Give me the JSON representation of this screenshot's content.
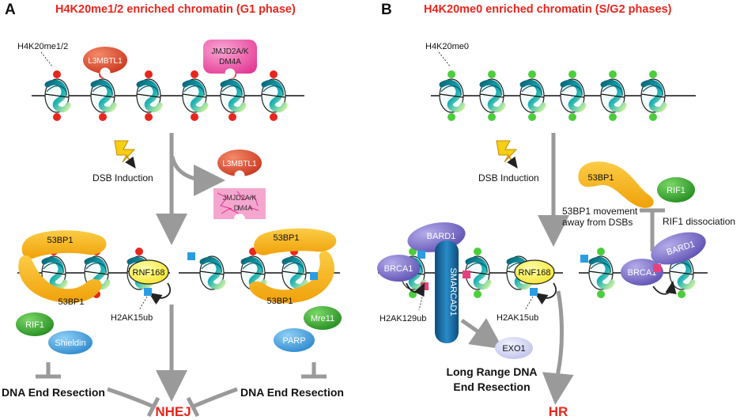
{
  "panel_a": {
    "letter": "A",
    "title": "H4K20me1/2 enriched chromatin (G1 phase)",
    "mark_label": "H4K20me1/2",
    "reader_1": "L3MBTL1",
    "reader_2_line1": "JMJD2A/K",
    "reader_2_line2": "DM4A",
    "dsb_label": "DSB Induction",
    "displaced_1": "L3MBTL1",
    "displaced_2_line1": "JMJD2A/K",
    "displaced_2_line2": "D",
    "displaced_2_line3": "M4A",
    "bp53_top_left": "53BP1",
    "bp53_bottom_left": "53BP1",
    "rnf168": "RNF168",
    "h2ak15ub": "H2AK15ub",
    "rif1": "RIF1",
    "shieldin": "Shieldin",
    "bp53_top_right": "53BP1",
    "bp53_bottom_right": "53BP1",
    "mre11": "Mre11",
    "parp": "PARP",
    "resection_left": "DNA End Resection",
    "resection_right": "DNA End Resection",
    "outcome": "NHEJ"
  },
  "panel_b": {
    "letter": "B",
    "title": "H4K20me0 enriched chromatin (S/G2 phases)",
    "mark_label": "H4K20me0",
    "dsb_label": "DSB Induction",
    "bp53": "53BP1",
    "rif1": "RIF1",
    "rif1_dissociation": "RIF1 dissociation",
    "movement_line1": "53BP1 movement",
    "movement_line2": "away from DSBs",
    "bard1_left": "BARD1",
    "brca1_left": "BRCA1",
    "smarcad1": "SMARCAD1",
    "rnf168": "RNF168",
    "h2ak129ub": "H2AK129ub",
    "h2ak15ub": "H2AK15ub",
    "exo1": "EXO1",
    "long_range_line1": "Long Range DNA",
    "long_range_line2": "End Resection",
    "bard1_right": "BARD1",
    "brca1_right": "BRCA1",
    "outcome": "HR"
  },
  "colors": {
    "title_red": "#e8261c",
    "mark_red": "#e8261c",
    "mark_green": "#4ccd3c",
    "arrow_gray": "#9a9a9a",
    "bp53_yellow": "#f6b40e",
    "rnf168_yellow": "#fbf250",
    "l3mbtl1_red": "#e0512f",
    "jmjd2_pink": "#ee3f9d",
    "rif1_green": "#36a62f",
    "shieldin_blue": "#3f9fdc",
    "brca1_purple": "#7769c4",
    "smarcad1_blue": "#13649d",
    "exo1_lavender": "#cfd1f2",
    "ub_blue": "#2a9ce3",
    "ub_pink": "#e8407e"
  }
}
